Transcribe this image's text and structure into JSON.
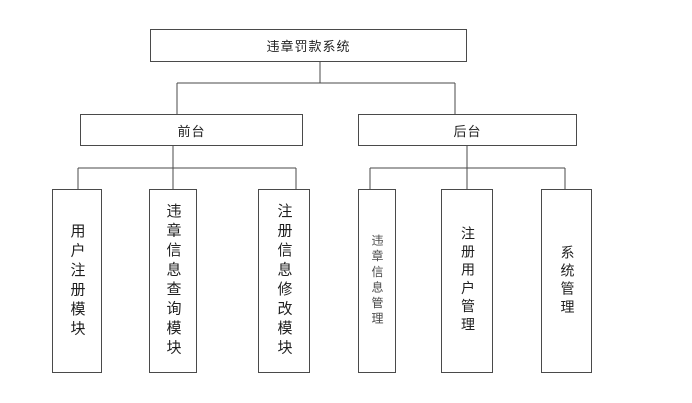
{
  "diagram": {
    "type": "org-chart",
    "root": {
      "label": "违章罚款系统"
    },
    "level2": [
      {
        "id": "front",
        "label": "前台"
      },
      {
        "id": "back",
        "label": "后台"
      }
    ],
    "modules": [
      {
        "id": "m1",
        "parent": "front",
        "label": "用户注册模块"
      },
      {
        "id": "m2",
        "parent": "front",
        "label": "违章信息查询模块"
      },
      {
        "id": "m3",
        "parent": "front",
        "label": "注册信息修改模块"
      },
      {
        "id": "m4",
        "parent": "back",
        "label": "违章信息管理"
      },
      {
        "id": "m5",
        "parent": "back",
        "label": "注册用户管理"
      },
      {
        "id": "m6",
        "parent": "back",
        "label": "系统管理"
      }
    ],
    "colors": {
      "background": "#ffffff",
      "box_fill": "#ffffff",
      "box_border": "#4a4a4a",
      "connector": "#4a4a4a",
      "text": "#1f1f1f"
    }
  }
}
